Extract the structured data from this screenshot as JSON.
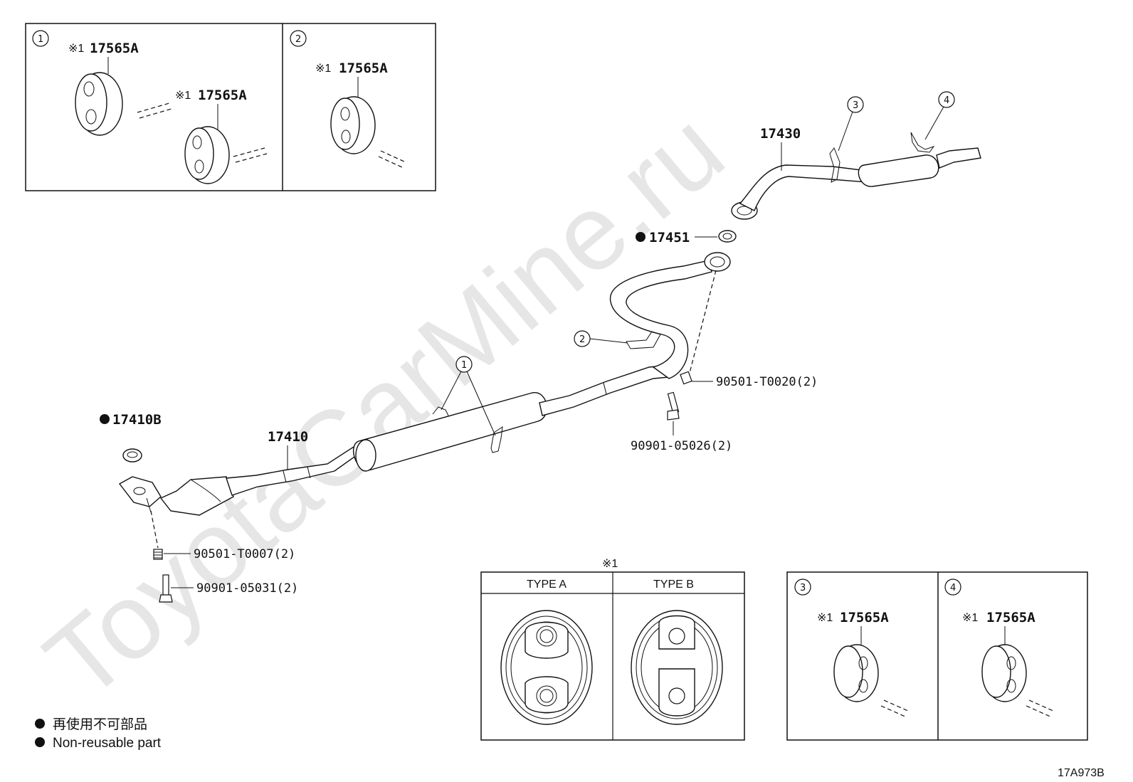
{
  "watermark": "ToyotaCarMine.ru",
  "figure_code": "17A973B",
  "type_note_mark": "※1",
  "type_header": {
    "a": "TYPE A",
    "b": "TYPE B"
  },
  "legend": {
    "japanese": "再使用不可部品",
    "english": "Non-reusable part"
  },
  "callout_numbers": [
    "1",
    "2",
    "3",
    "4"
  ],
  "inset_parts": {
    "p1a": "17565A",
    "p1b": "17565A",
    "p2": "17565A",
    "p3": "17565A",
    "p4": "17565A"
  },
  "part_numbers": {
    "gasket_front": "17410B",
    "front_pipe": "17410",
    "gasket_mid": "17451",
    "tail_pipe": "17430",
    "spring_front": "90501-T0007(2)",
    "bolt_front": "90901-05031(2)",
    "spring_mid": "90501-T0020(2)",
    "bolt_mid": "90901-05026(2)"
  },
  "colors": {
    "line": "#111111",
    "watermark": "#e6e6e6"
  }
}
